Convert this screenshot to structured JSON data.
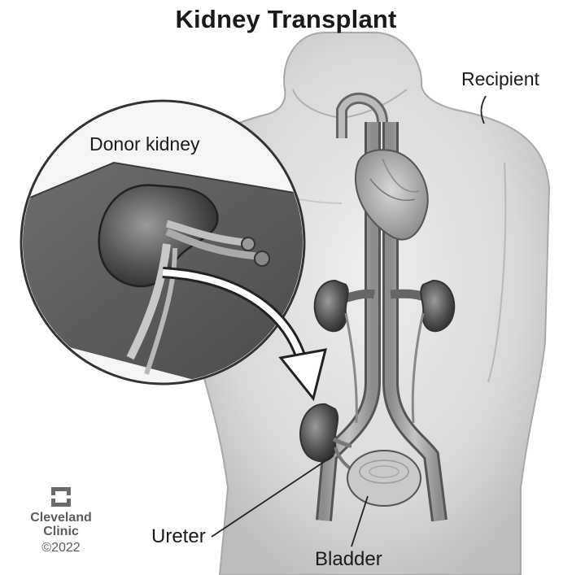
{
  "title": "Kidney Transplant",
  "labels": {
    "recipient": "Recipient",
    "donor_kidney": "Donor kidney",
    "ureter": "Ureter",
    "bladder": "Bladder"
  },
  "credit": {
    "line1": "Cleveland",
    "line2": "Clinic",
    "copyright": "©2022"
  }
}
